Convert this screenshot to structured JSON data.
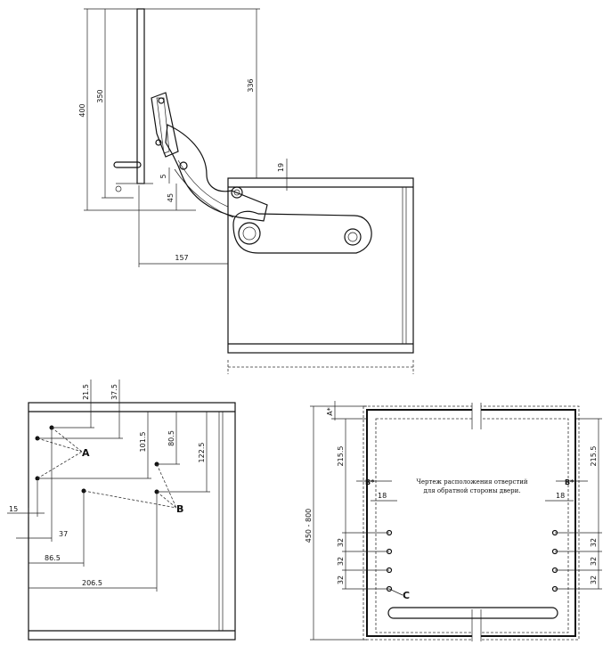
{
  "top_view": {
    "dims": {
      "d400": "400",
      "d350": "350",
      "d336": "336",
      "d19": "19",
      "d5": "5",
      "d45": "45",
      "d157": "157"
    }
  },
  "left_view": {
    "dims": {
      "d21_5": "21.5",
      "d37_5": "37.5",
      "d101_5": "101.5",
      "d80_5": "80.5",
      "d122_5": "122.5",
      "d15": "15",
      "d37": "37",
      "d86_5": "86.5",
      "d206_5": "206.5"
    },
    "labels": {
      "a": "A",
      "b": "B"
    }
  },
  "right_view": {
    "dims": {
      "a_star": "A*",
      "range": "450 - 800",
      "d215_5_left": "215.5",
      "d215_5_right": "215.5",
      "b_star_left": "B*",
      "b_star_right": "B*",
      "d18_left": "18",
      "d18_right": "18",
      "d32_l1": "32",
      "d32_l2": "32",
      "d32_l3": "32",
      "d32_r1": "32",
      "d32_r2": "32",
      "d32_r3": "32"
    },
    "labels": {
      "c": "C"
    },
    "note_line1": "Чертеж расположения отверстий",
    "note_line2": "для обратной стороны двери."
  }
}
